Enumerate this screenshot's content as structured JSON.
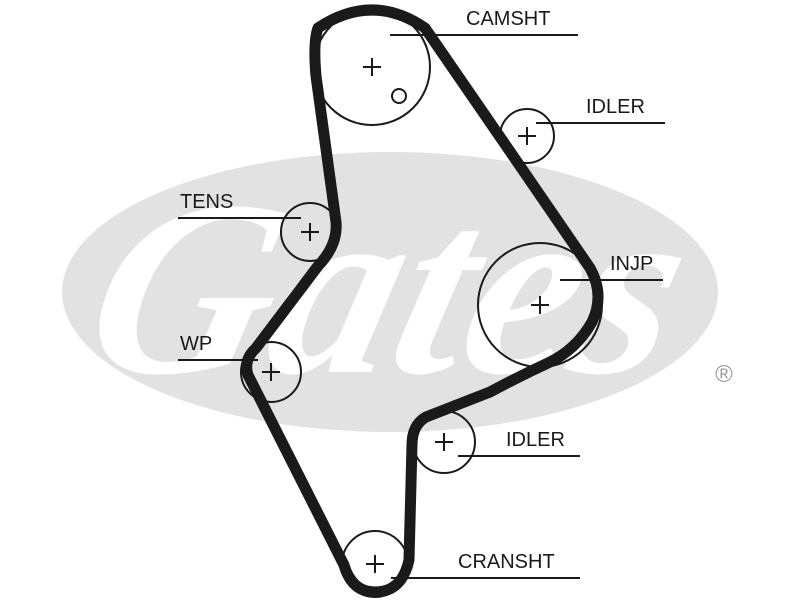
{
  "logo": {
    "text": "Gates",
    "registered_mark": "®",
    "color": "#e2e2e2",
    "wordmark_color": "#ffffff"
  },
  "belt_color": "#1a1a1a",
  "pulleys": [
    {
      "id": "camsht",
      "label": "CAMSHT"
    },
    {
      "id": "idler-top",
      "label": "IDLER"
    },
    {
      "id": "tens",
      "label": "TENS"
    },
    {
      "id": "injp",
      "label": "INJP"
    },
    {
      "id": "wp",
      "label": "WP"
    },
    {
      "id": "idler-bottom",
      "label": "IDLER"
    },
    {
      "id": "cransht",
      "label": "CRANSHT"
    }
  ]
}
